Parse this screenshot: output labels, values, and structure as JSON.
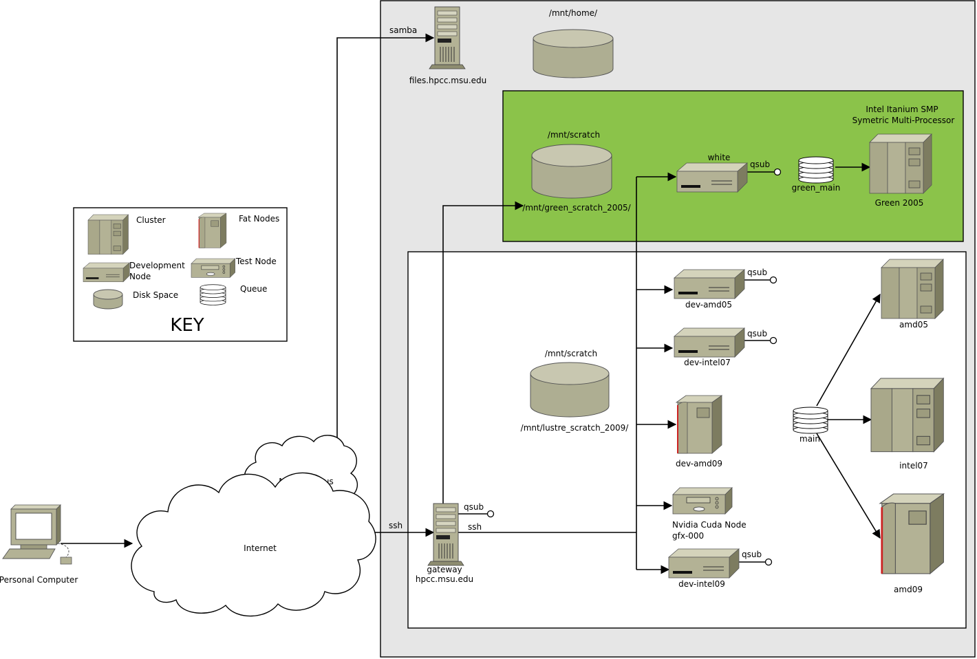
{
  "labels": {
    "samba": "samba",
    "files_server": "files.hpcc.msu.edu",
    "mnt_home": "/mnt/home/",
    "green_scratch_top": "/mnt/scratch",
    "green_scratch_bottom": "/mnt/green_scratch_2005/",
    "white": "white",
    "qsub_white": "qsub",
    "green_main": "green_main",
    "itanium_line1": "Intel Itanium SMP",
    "itanium_line2": "Symetric Multi-Processor",
    "green_2005": "Green 2005",
    "dev_amd05": "dev-amd05",
    "qsub_amd05": "qsub",
    "dev_intel07": "dev-intel07",
    "qsub_intel07": "qsub",
    "lustre_top": "/mnt/scratch",
    "lustre_bottom": "/mnt/lustre_scratch_2009/",
    "dev_amd09": "dev-amd09",
    "cuda_line1": "Nvidia Cuda Node",
    "cuda_line2": "gfx-000",
    "dev_intel09": "dev-intel09",
    "qsub_intel09": "qsub",
    "main": "main",
    "amd05": "amd05",
    "intel07": "intel07",
    "amd09": "amd09",
    "gateway_line1": "gateway",
    "gateway_line2": "hpcc.msu.edu",
    "qsub_gateway": "qsub",
    "ssh_gateway": "ssh",
    "ssh_internet": "ssh",
    "msu_campus": "MSU Campus",
    "internet": "Internet",
    "personal_computer": "Personal Computer"
  },
  "key": {
    "title": "KEY",
    "cluster": "Cluster",
    "fat_nodes": "Fat Nodes",
    "development_node_line1": "Development",
    "development_node_line2": "Node",
    "test_node": "Test Node",
    "disk_space": "Disk Space",
    "queue": "Queue"
  },
  "colors": {
    "outer_panel": "#e6e6e6",
    "green_panel": "#8bc34a",
    "device_fill": "#b9b89a",
    "device_dark": "#8e8d70",
    "accent_red": "#cc2222"
  }
}
